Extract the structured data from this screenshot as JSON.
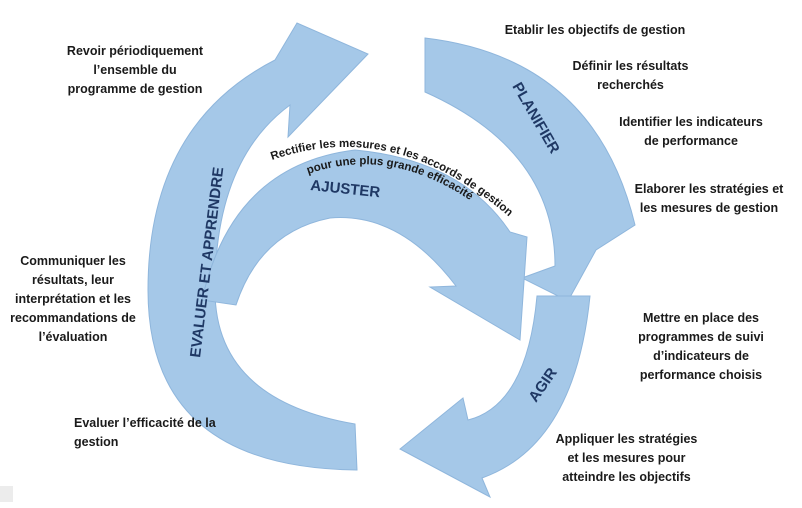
{
  "phases": {
    "planifier": "PLANIFIER",
    "agir": "AGIR",
    "evaluer": "EVALUER ET APPRENDRE",
    "ajuster": "AJUSTER"
  },
  "ajuster_caption": {
    "line1": "Rectifier les mesures et les accords de gestion",
    "line2": "pour une plus grande efficacité"
  },
  "notes": {
    "revoir": "Revoir périodiquement\nl’ensemble du\nprogramme de gestion",
    "etablir": "Etablir les objectifs de gestion",
    "definir": "Définir les résultats\nrecherchés",
    "identifier": "Identifier les indicateurs\nde performance",
    "elaborer": "Elaborer les stratégies et\nles mesures de gestion",
    "communiquer": "Communiquer les\nrésultats, leur\ninterprétation et les\nrecommandations de\nl’évaluation",
    "mettre": "Mettre en place des\nprogrammes de suivi\nd’indicateurs de\nperformance choisis",
    "evaluer_efficacite": "Evaluer l’efficacité de la\ngestion",
    "appliquer": "Appliquer les stratégies\net les mesures pour\natteindre les objectifs"
  },
  "colors": {
    "arrow_fill": "#a5c8e8",
    "arrow_stroke": "#8fb6dc",
    "label_text": "#1f3864",
    "note_text": "#1a1a1a"
  }
}
